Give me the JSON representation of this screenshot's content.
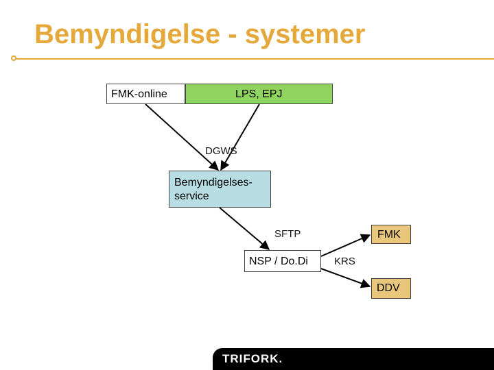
{
  "title": "Bemyndigelse - systemer",
  "nodes": {
    "fmk_online": "FMK-online",
    "lps_epj": "LPS, EPJ",
    "bemyndigelsesservice_line1": "Bemyndigelses-",
    "bemyndigelsesservice_line2": "service",
    "nsp_dodi": "NSP / Do.Di",
    "fmk": "FMK",
    "ddv": "DDV"
  },
  "edge_labels": {
    "dgws": "DGWS",
    "sftp": "SFTP",
    "krs": "KRS"
  },
  "footer": {
    "logo": "TRIFORK."
  },
  "colors": {
    "title": "#e4a83b",
    "lps_epj_fill": "#8fd45f",
    "service_fill": "#b8dde3",
    "target_fill": "#e8c77c",
    "footer_bar": "#000000"
  }
}
